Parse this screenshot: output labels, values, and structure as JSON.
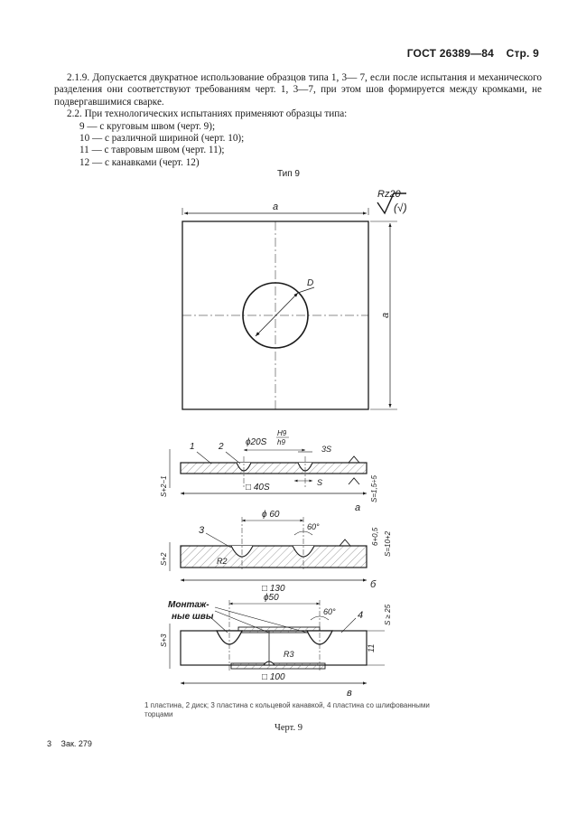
{
  "header": {
    "standard": "ГОСТ 26389—84",
    "page": "Стр. 9"
  },
  "body": {
    "para_219": "2.1.9. Допускается двукратное использование образцов типа 1, 3— 7, если после испытания и механического разделения они соответствуют требованиям черт. 1, 3—7, при этом шов формируется между кромками, не подвергавшимися сварке.",
    "para_22": "2.2. При технологических испытаниях применяют образцы типа:",
    "list": [
      "9 — с круговым швом (черт. 9);",
      "10 — с различной шириной (черт. 10);",
      "11 — с тавровым швом (черт. 11);",
      "12 — с канавками (черт. 12)"
    ]
  },
  "figure": {
    "type_label": "Тип 9",
    "roughness": "Rz20",
    "roughness_suffix": "(√)",
    "plan": {
      "dim_a_top": "a",
      "dim_a_right": "a",
      "dim_D": "D"
    },
    "view_a": {
      "leader_1": "1",
      "leader_2": "2",
      "dia": "ϕ20S",
      "tol_top": "H9",
      "tol_bottom": "h9",
      "dim_3s": "3S",
      "dim_s": "S",
      "square": "□ 40S",
      "left_thk": "S+2−1",
      "right_thk": "S=1,5÷5",
      "view_letter": "a"
    },
    "view_b": {
      "leader_3": "3",
      "dia": "ϕ 60",
      "angle": "60°",
      "radius": "R2",
      "square": "□ 130",
      "left_thk": "S+2",
      "right_thk_1": "6+0,5",
      "right_thk_2": "S=10+2",
      "view_letter": "б"
    },
    "view_c": {
      "label_line1": "Монтаж-",
      "label_line2": "ные швы",
      "dia": "ϕ50",
      "angle": "60°",
      "leader_4": "4",
      "radius": "R3",
      "square": "□ 100",
      "left_thk": "S+3",
      "right_thk": "S ≥ 25",
      "right_h": "11",
      "view_letter": "в"
    },
    "legend": "1 пластина, 2 диск; 3 пластина с кольцевой канавкой, 4 пластина со шлифованными торцами",
    "caption": "Черт. 9"
  },
  "footer": {
    "page_num": "3",
    "order": "Зак. 279"
  }
}
